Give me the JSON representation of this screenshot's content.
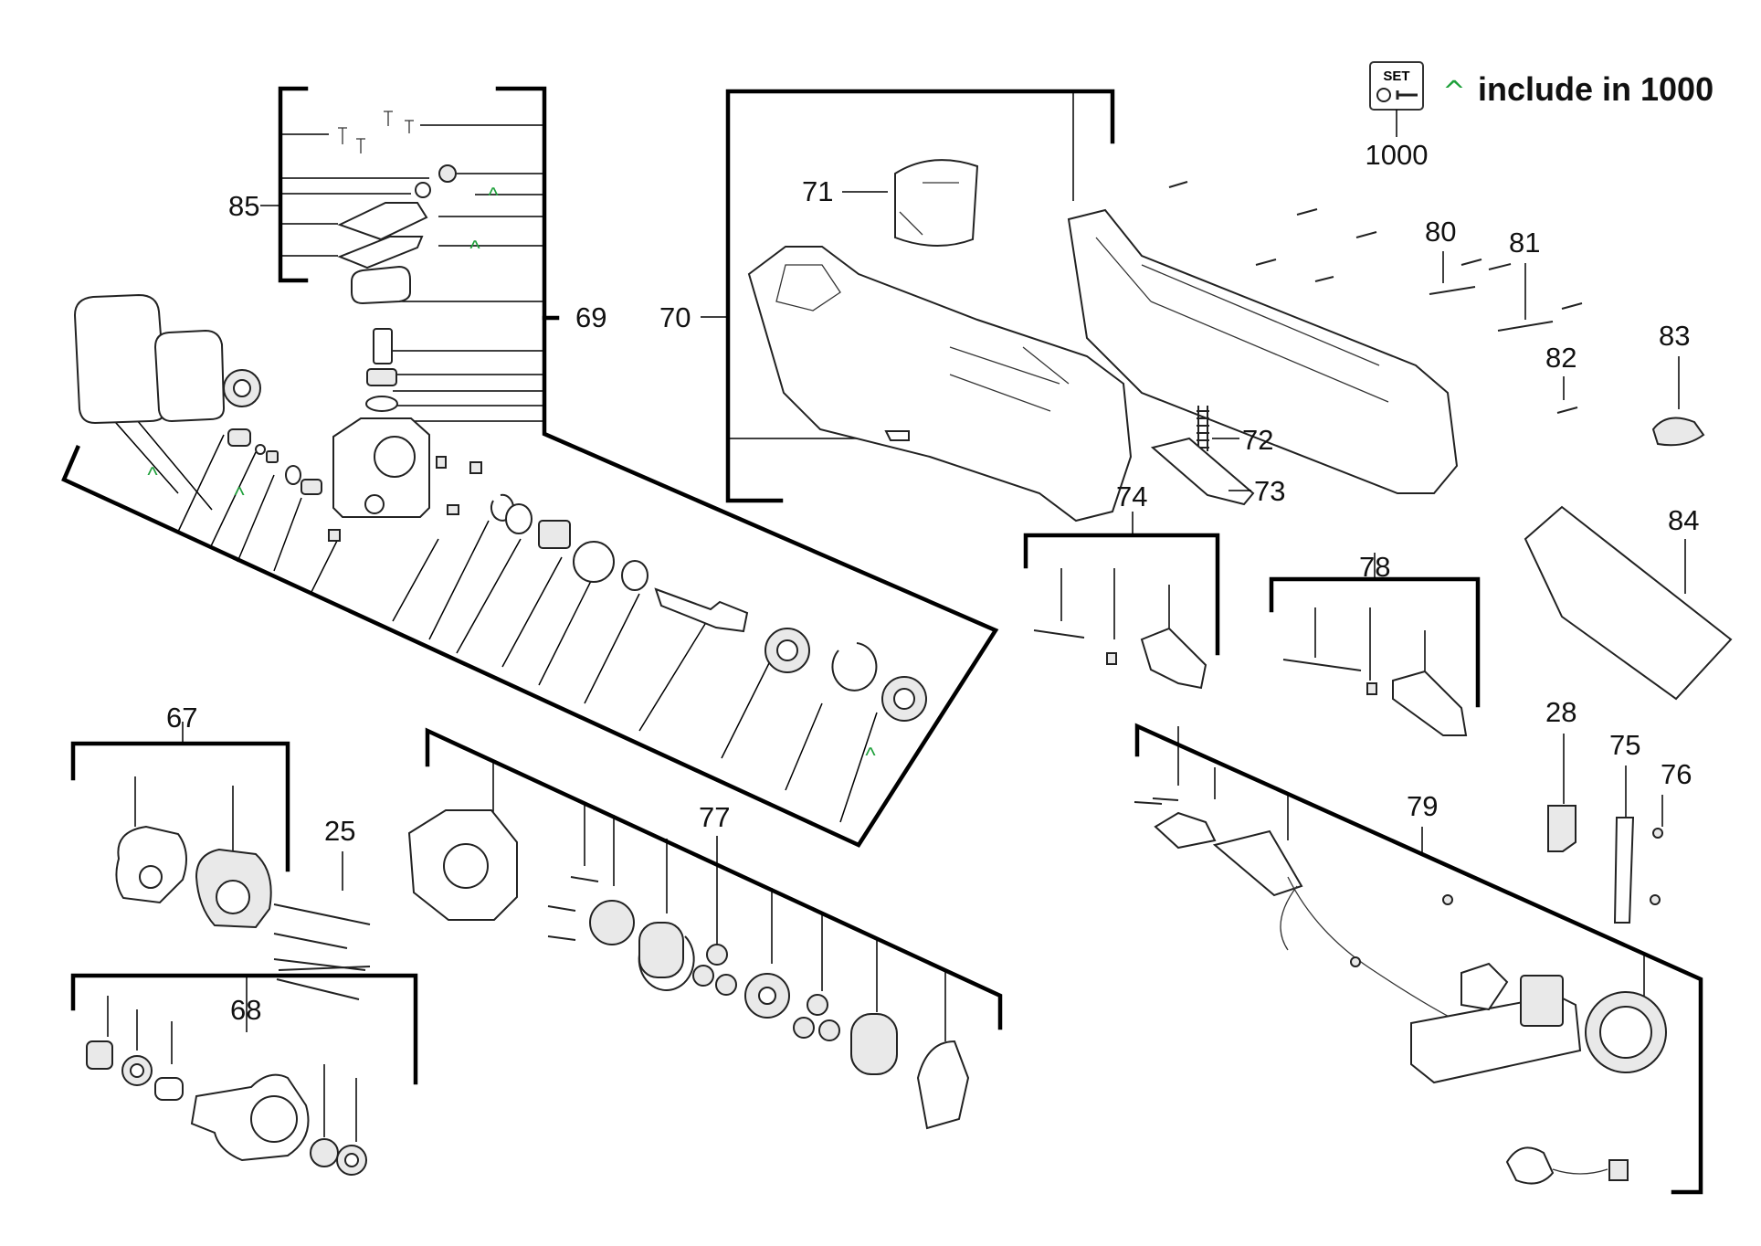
{
  "legend": {
    "set_badge": "SET",
    "caret_symbol": "^",
    "text": "include in 1000",
    "set_number": "1000",
    "caret_color": "#1ea03a"
  },
  "labels": {
    "p85": "85",
    "p69": "69",
    "p70": "70",
    "p71": "71",
    "p72": "72",
    "p73": "73",
    "p74": "74",
    "p78": "78",
    "p80": "80",
    "p81": "81",
    "p82": "82",
    "p83": "83",
    "p84": "84",
    "p28": "28",
    "p75": "75",
    "p76": "76",
    "p79": "79",
    "p67": "67",
    "p25": "25",
    "p77": "77",
    "p68": "68"
  }
}
